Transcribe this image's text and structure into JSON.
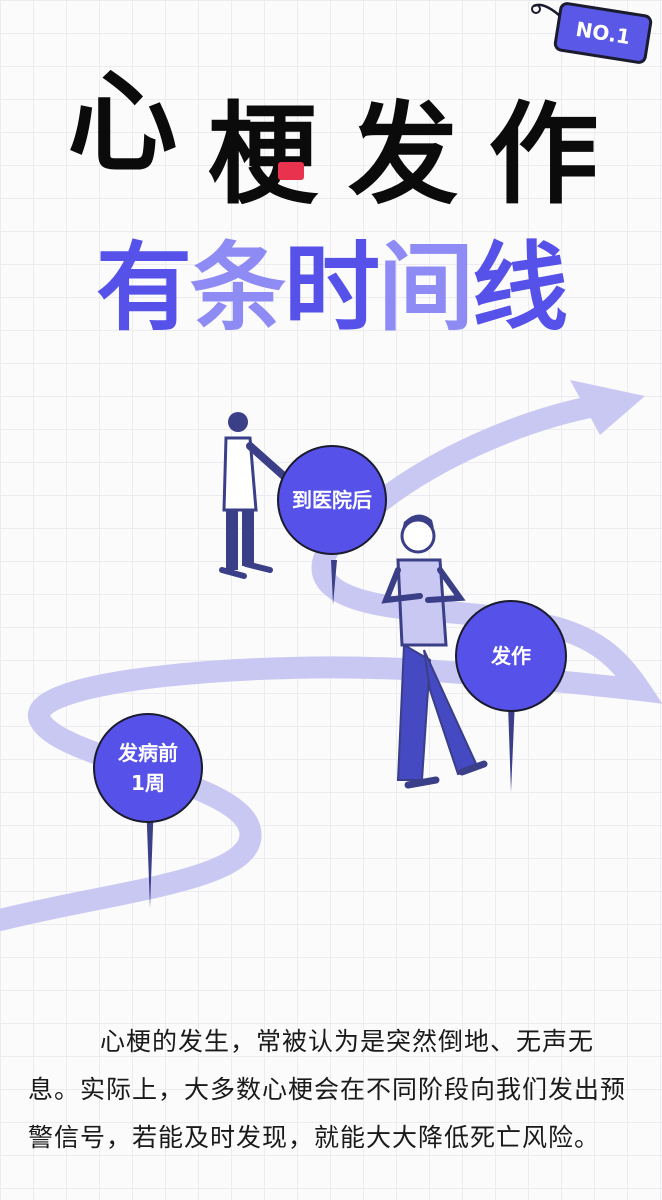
{
  "badge": {
    "label": "NO.1"
  },
  "title": {
    "line1": [
      "心",
      "梗",
      "发",
      "作"
    ],
    "line2": [
      "有",
      "条",
      "时",
      "间",
      "线"
    ]
  },
  "timeline": {
    "pins": [
      {
        "label": "到医院后"
      },
      {
        "label": "发作"
      },
      {
        "label_line1": "发病前",
        "label_line2": "1周"
      }
    ]
  },
  "article": {
    "paragraph": "心梗的发生，常被认为是突然倒地、无声无息。实际上，大多数心梗会在不同阶段向我们发出预警信号，若能及时发现，就能大大降低死亡风险。"
  },
  "colors": {
    "accent": "#5651e8",
    "accent_light": "#8e8cf4",
    "road": "#c9c8f3",
    "ink": "#0b0b0b",
    "heart_red": "#e8324e"
  }
}
